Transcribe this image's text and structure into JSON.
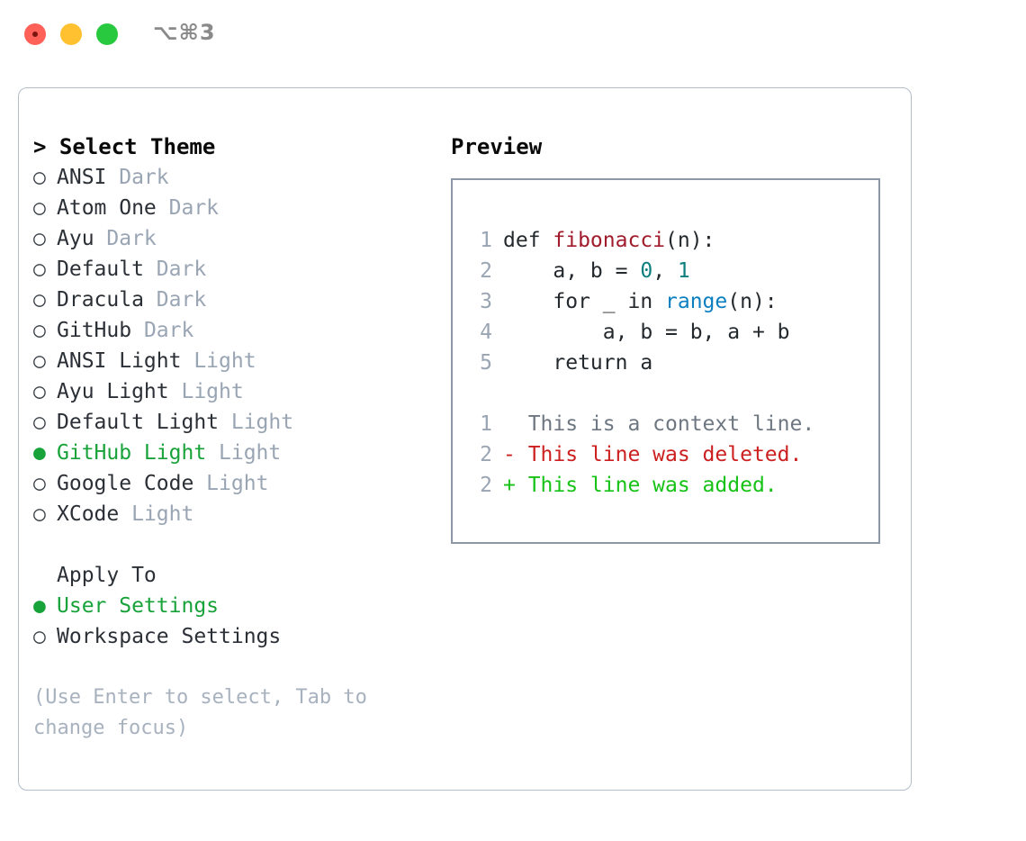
{
  "window": {
    "shortcut": "⌥⌘3",
    "traffic_lights": [
      {
        "name": "close",
        "color": "#ff6058"
      },
      {
        "name": "minimize",
        "color": "#ffc130"
      },
      {
        "name": "maximize",
        "color": "#28c93f"
      }
    ]
  },
  "theme_picker": {
    "header": "> Select Theme",
    "selected_theme": "GitHub Light",
    "markers": {
      "unselected": "○",
      "selected": "●"
    },
    "items": [
      {
        "marker": "○",
        "name": "ANSI",
        "category": "Dark",
        "selected": false
      },
      {
        "marker": "○",
        "name": "Atom One",
        "category": "Dark",
        "selected": false
      },
      {
        "marker": "○",
        "name": "Ayu",
        "category": "Dark",
        "selected": false
      },
      {
        "marker": "○",
        "name": "Default",
        "category": "Dark",
        "selected": false
      },
      {
        "marker": "○",
        "name": "Dracula",
        "category": "Dark",
        "selected": false
      },
      {
        "marker": "○",
        "name": "GitHub",
        "category": "Dark",
        "selected": false
      },
      {
        "marker": "○",
        "name": "ANSI Light",
        "category": "Light",
        "selected": false
      },
      {
        "marker": "○",
        "name": "Ayu Light",
        "category": "Light",
        "selected": false
      },
      {
        "marker": "○",
        "name": "Default Light",
        "category": "Light",
        "selected": false
      },
      {
        "marker": "●",
        "name": "GitHub Light",
        "category": "Light",
        "selected": true
      },
      {
        "marker": "○",
        "name": "Google Code",
        "category": "Light",
        "selected": false
      },
      {
        "marker": "○",
        "name": "XCode",
        "category": "Light",
        "selected": false
      }
    ]
  },
  "apply_to": {
    "header": "Apply To",
    "selected_option": "User Settings",
    "options": [
      {
        "marker": "●",
        "label": "User Settings",
        "selected": true
      },
      {
        "marker": "○",
        "label": "Workspace Settings",
        "selected": false
      }
    ]
  },
  "help": {
    "text": "(Use Enter to select, Tab to change focus)"
  },
  "preview": {
    "title": "Preview",
    "code_lines": [
      {
        "num": "1",
        "tokens": [
          {
            "t": "def ",
            "c": "kw"
          },
          {
            "t": "fibonacci",
            "c": "fn"
          },
          {
            "t": "(n):",
            "c": "plain"
          }
        ]
      },
      {
        "num": "2",
        "tokens": [
          {
            "t": "    a, b = ",
            "c": "plain"
          },
          {
            "t": "0",
            "c": "num"
          },
          {
            "t": ", ",
            "c": "plain"
          },
          {
            "t": "1",
            "c": "num"
          }
        ]
      },
      {
        "num": "3",
        "tokens": [
          {
            "t": "    for _ in ",
            "c": "plain"
          },
          {
            "t": "range",
            "c": "bi"
          },
          {
            "t": "(n):",
            "c": "plain"
          }
        ]
      },
      {
        "num": "4",
        "tokens": [
          {
            "t": "        a, b = b, a + b",
            "c": "plain"
          }
        ]
      },
      {
        "num": "5",
        "tokens": [
          {
            "t": "    return a",
            "c": "plain"
          }
        ]
      }
    ],
    "diff_lines": [
      {
        "num": "1",
        "marker": "  ",
        "text": "  This is a context line.",
        "kind": "ctx"
      },
      {
        "num": "2",
        "marker": "- ",
        "text": "- This line was deleted.",
        "kind": "del"
      },
      {
        "num": "2",
        "marker": "+ ",
        "text": "+ This line was added.",
        "kind": "add"
      }
    ]
  },
  "colors": {
    "accent_green": "#18a23a",
    "diff_add": "#16c216",
    "diff_del": "#cc1f1f",
    "muted": "#9aa5b4",
    "border": "#b3bdc9",
    "code_border": "#8c98a8",
    "keyword": "#24292e",
    "function": "#a01b2b",
    "builtin": "#0b7fc0",
    "number": "#0d7f7f"
  }
}
